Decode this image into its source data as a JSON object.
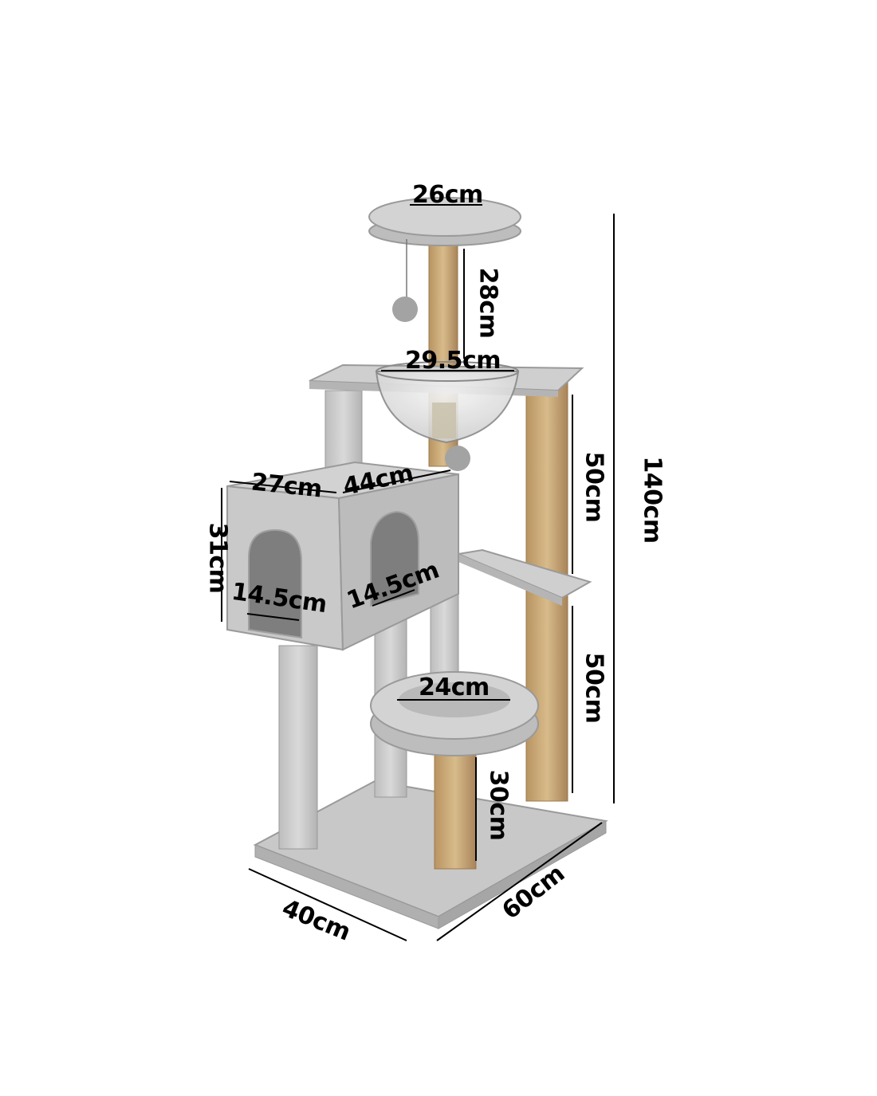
{
  "dimensions": {
    "top_perch_diameter": "26cm",
    "top_post_height": "28cm",
    "bowl_diameter": "29.5cm",
    "condo_depth": "27cm",
    "condo_width": "44cm",
    "condo_height": "31cm",
    "front_door_width": "14.5cm",
    "side_door_width": "14.5cm",
    "upper_section_height": "50cm",
    "lower_section_height": "50cm",
    "total_height": "140cm",
    "lower_bed_diameter": "24cm",
    "lower_post_height": "30cm",
    "base_depth": "40cm",
    "base_width": "60cm"
  },
  "colors": {
    "plush": "#cfcfcf",
    "plush_dark": "#a9a9a9",
    "sisal": "#c8a877",
    "line": "#000000"
  }
}
